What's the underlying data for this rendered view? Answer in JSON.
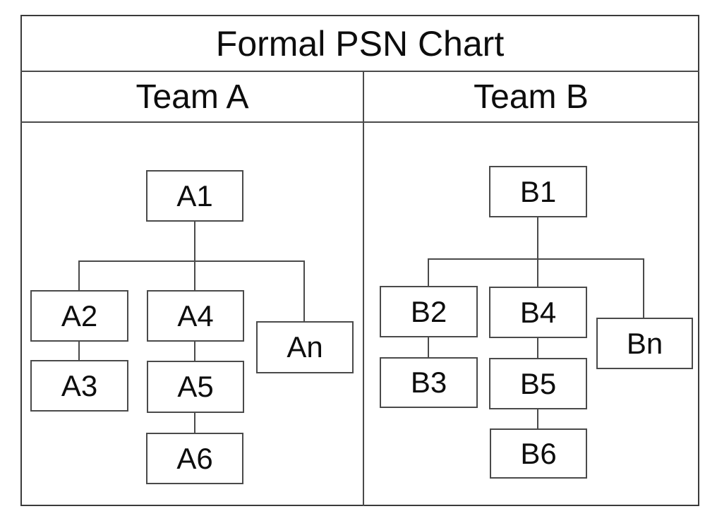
{
  "title": "Formal PSN Chart",
  "teams": [
    {
      "name": "Team A",
      "nodes": [
        "A1",
        "A2",
        "A3",
        "A4",
        "A5",
        "A6",
        "An"
      ],
      "edges": [
        [
          "A1",
          "A2"
        ],
        [
          "A1",
          "A4"
        ],
        [
          "A1",
          "An"
        ],
        [
          "A2",
          "A3"
        ],
        [
          "A4",
          "A5"
        ],
        [
          "A5",
          "A6"
        ]
      ]
    },
    {
      "name": "Team B",
      "nodes": [
        "B1",
        "B2",
        "B3",
        "B4",
        "B5",
        "B6",
        "Bn"
      ],
      "edges": [
        [
          "B1",
          "B2"
        ],
        [
          "B1",
          "B4"
        ],
        [
          "B1",
          "Bn"
        ],
        [
          "B2",
          "B3"
        ],
        [
          "B4",
          "B5"
        ],
        [
          "B5",
          "B6"
        ]
      ]
    }
  ],
  "colors": {
    "background": "#ffffff",
    "border": "#4a4a4a",
    "text": "#0d0d0d"
  }
}
